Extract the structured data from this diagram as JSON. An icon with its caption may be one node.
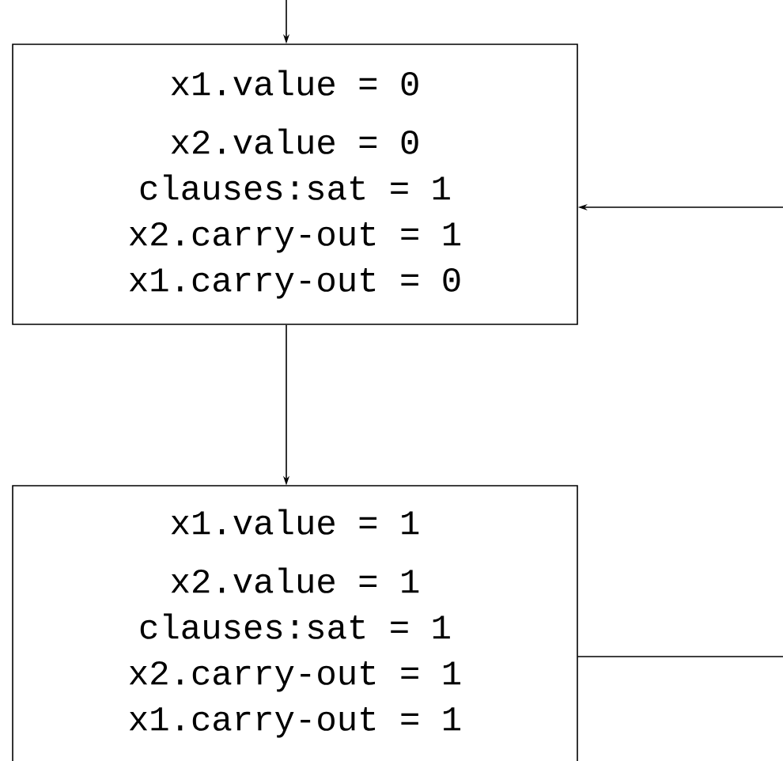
{
  "diagram": {
    "nodes": [
      {
        "text": [
          "x1.value = 0",
          "x2.value = 0",
          "clauses:sat = 1",
          "x2.carry-out = 1",
          "x1.carry-out = 0"
        ]
      },
      {
        "text": [
          "x1.value = 1",
          "x2.value = 1",
          "clauses:sat = 1",
          "x2.carry-out = 1",
          "x1.carry-out = 1"
        ]
      }
    ],
    "edges": [
      {
        "from": null,
        "to": 0,
        "arrow": "to"
      },
      {
        "from": null,
        "to": 0,
        "arrow": "to"
      },
      {
        "from": 0,
        "to": 1,
        "arrow": "to"
      },
      {
        "from": 1,
        "to": null,
        "arrow": "none"
      }
    ]
  }
}
